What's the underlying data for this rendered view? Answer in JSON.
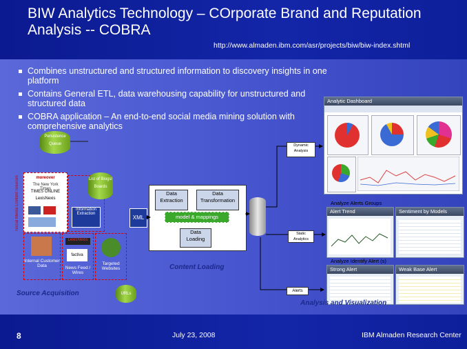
{
  "slide": {
    "title": "BIW Analytics Technology – COrporate Brand and Reputation Analysis -- COBRA",
    "url": "http://www.almaden.ibm.com/asr/projects/biw/biw-index.shtml",
    "bullets": [
      "Combines unstructured and structured information to discovery insights in one platform",
      "Contains General ETL, data warehousing capability for unstructured and structured data",
      "COBRA application – An end-to-end social media mining solution with comprehensive analytics"
    ]
  },
  "diagram": {
    "persistence_queue": "Persistence Queue",
    "src_logos": [
      "moreover",
      "The New York Times",
      "TIMES ONLINE",
      "LexisNexis"
    ],
    "social_media_label": "Social Media Content Sources",
    "information_extraction": "Information Extraction",
    "lists_blogs_boards": "List of Blogs/ Boards",
    "internal_customer_data": "Internal Customer Data",
    "lexis_logo": "LexisNexis",
    "factiva_logo": "factiva",
    "news_feed_wires": "News Feed / Wires",
    "targeted_websites": "Targeted Websites",
    "urls": "URLs",
    "source_acquisition": "Source Acquisition",
    "xml": "XML",
    "data_extraction": "Data Extraction",
    "data_transformation": "Data Transformation",
    "model_mappings": "model & mappings",
    "data_loading": "Data Loading",
    "content_loading": "Content Loading",
    "dynamic_analysis": "Dynamic Analysis",
    "static_analytics": "Static Analytics",
    "alerts": "Alerts",
    "analysis_visualization": "Analysis and Visualization"
  },
  "dashboard": {
    "title": "Analytic Dashboard",
    "analyze_alerts_groups": "Analyze  Alerts Groups",
    "alert_trend": "Alert Trend",
    "sentiment_by_models": "Sentiment by Models",
    "analyze_identify_alert": "Analyze Identify Alert (s)",
    "strong_alert": "Strong Alert",
    "weak_base_alert": "Weak  Base Alert"
  },
  "footer": {
    "page": "8",
    "date": "July 23, 2008",
    "org": "IBM Almaden Research Center"
  }
}
